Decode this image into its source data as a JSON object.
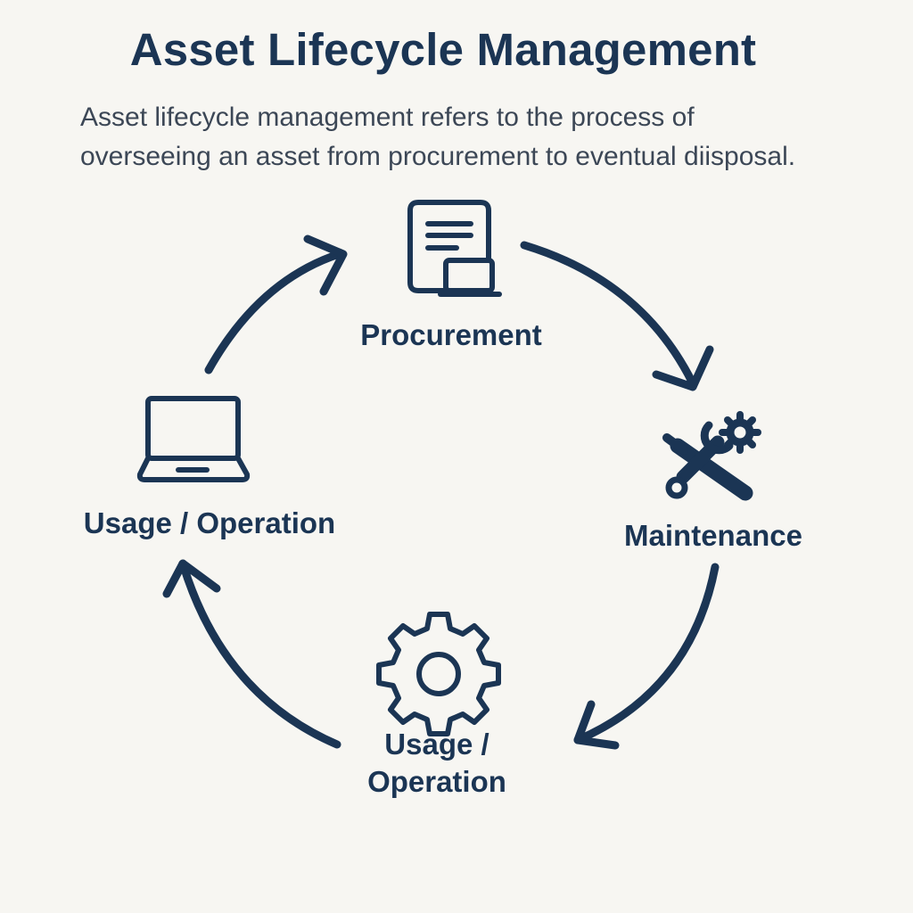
{
  "header": {
    "title": "Asset Lifecycle Management",
    "description_line1": "Asset lifecycle management refers to the process of",
    "description_line2": "overseeing an asset from procurement to eventual diisposal."
  },
  "stages": {
    "procurement": {
      "label": "Procurement",
      "icon": "document-laptop-icon"
    },
    "maintenance": {
      "label": "Maintenance",
      "icon": "wrench-gear-icon"
    },
    "usage_bottom": {
      "label_line1": "Usage /",
      "label_line2": "Operation",
      "icon": "gear-icon"
    },
    "usage_left": {
      "label": "Usage / Operation",
      "icon": "laptop-icon"
    }
  },
  "colors": {
    "background": "#f7f6f2",
    "primary": "#1b3554",
    "text": "#3c4756"
  }
}
